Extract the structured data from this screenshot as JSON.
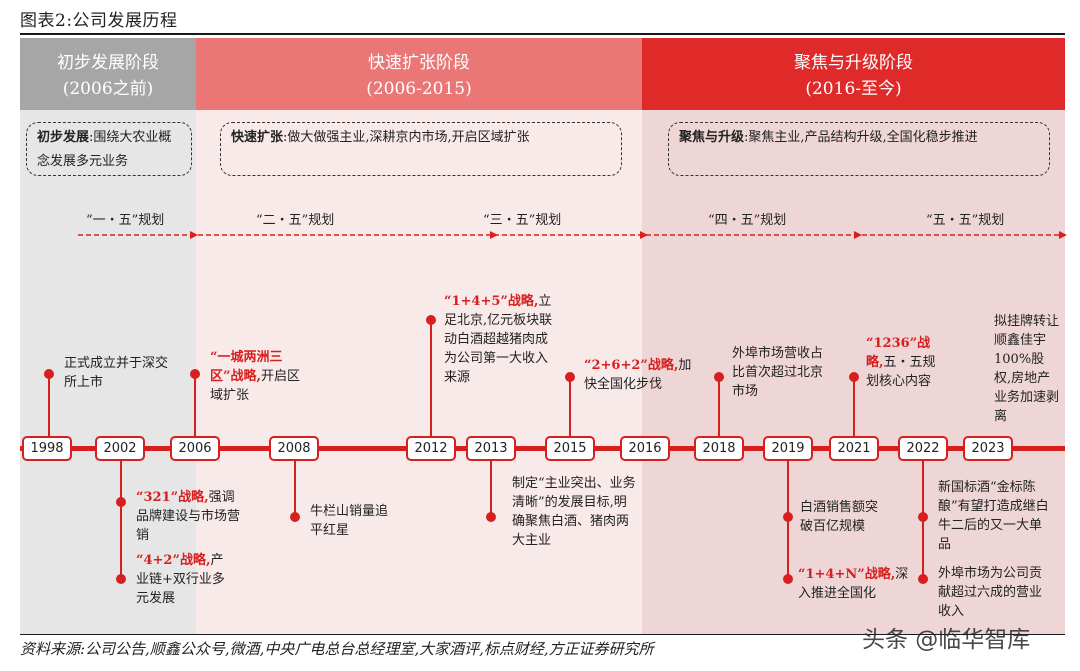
{
  "title": "图表2:公司发展历程",
  "phases": [
    {
      "name": "初步发展阶段",
      "period": "(2006之前)",
      "box_bold": "初步发展",
      "box_text": ":围绕大农业概念发展多元业务"
    },
    {
      "name": "快速扩张阶段",
      "period": "(2006-2015)",
      "box_bold": "快速扩张",
      "box_text": ":做大做强主业,深耕京内市场,开启区域扩张"
    },
    {
      "name": "聚焦与升级阶段",
      "period": "(2016-至今)",
      "box_bold": "聚焦与升级",
      "box_text": ":聚焦主业,产品结构升级,全国化稳步推进"
    }
  ],
  "plans": [
    "“一・五”规划",
    "“二・五”规划",
    "“三・五”规划",
    "“四・五”规划",
    "“五・五”规划"
  ],
  "years": [
    "1998",
    "2002",
    "2006",
    "2008",
    "2012",
    "2013",
    "2015",
    "2016",
    "2018",
    "2019",
    "2021",
    "2022",
    "2023"
  ],
  "events": {
    "e1998": "正式成立并于深交所上市",
    "e2002a_red": "“321”战略,",
    "e2002a": "强调品牌建设与市场营销",
    "e2002b_red": "“4+2”战略,",
    "e2002b": "产业链+双行业多元发展",
    "e2006_red": "“一城两洲三区”战略,",
    "e2006": "开启区域扩张",
    "e2008": "牛栏山销量追平红星",
    "e2012_red": "“1+4+5”战略,",
    "e2012": "立足北京,亿元板块联动白酒超越猪肉成为公司第一大收入来源",
    "e2013": "制定“主业突出、业务清晰”的发展目标,明确聚焦白酒、猪肉两大主业",
    "e2015_red": "“2+6+2”战略,",
    "e2015": "加快全国化步伐",
    "e2018": "外埠市场营收占比首次超过北京市场",
    "e2019a": "白酒销售额突破百亿规模",
    "e2019b_red": "“1+4+N”战略,",
    "e2019b": "深入推进全国化",
    "e2021_red": "“1236”战略,",
    "e2021": "五・五规划核心内容",
    "e2022a": "新国标酒“金标陈酿”有望打造成继白牛二后的又一大单品",
    "e2022b": "外埠市场为公司贡献超过六成的营业收入",
    "e2023": "拟挂牌转让顺鑫佳宇100%股权,房地产业务加速剥离"
  },
  "source": "资料来源:公司公告,顺鑫公众号,微酒,中央广电总台总经理室,大家酒评,标点财经,方正证券研究所",
  "watermark": "头条 @临华智库"
}
